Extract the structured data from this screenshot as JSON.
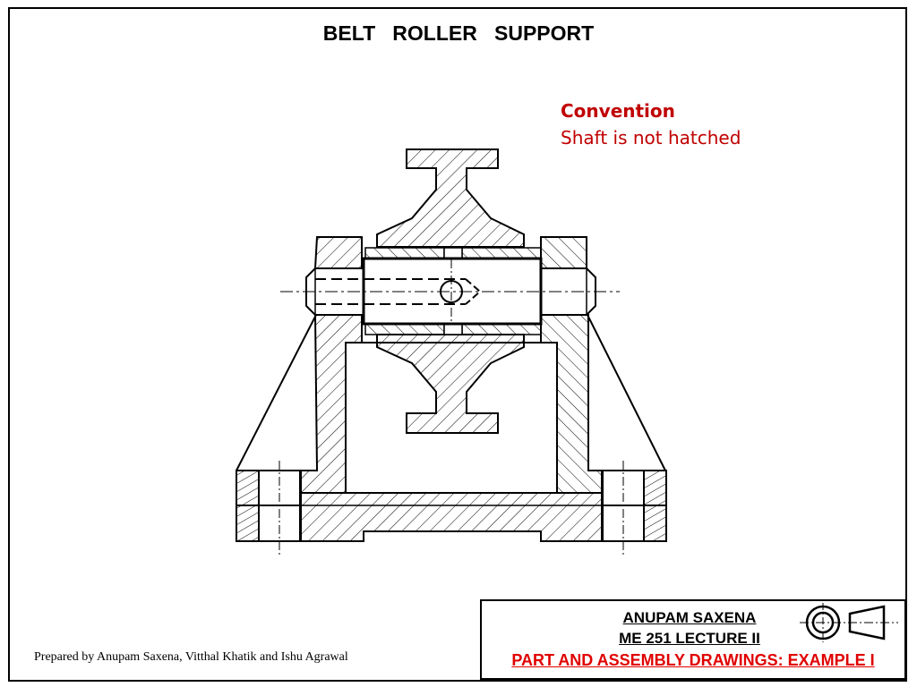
{
  "title": "BELT   ROLLER   SUPPORT",
  "convention": {
    "heading": "Convention",
    "text": "Shaft is not hatched"
  },
  "footer": {
    "prepared_by": "Prepared by Anupam Saxena, Vitthal Khatik and Ishu Agrawal"
  },
  "title_block": {
    "author": "ANUPAM SAXENA",
    "course": "ME 251 LECTURE  II",
    "subject": "PART AND ASSEMBLY DRAWINGS: EXAMPLE I",
    "projection_symbol": "first-angle-projection-icon"
  },
  "colors": {
    "accent_red": "#c00000",
    "subject_red": "#e00000",
    "ink": "#000000"
  }
}
